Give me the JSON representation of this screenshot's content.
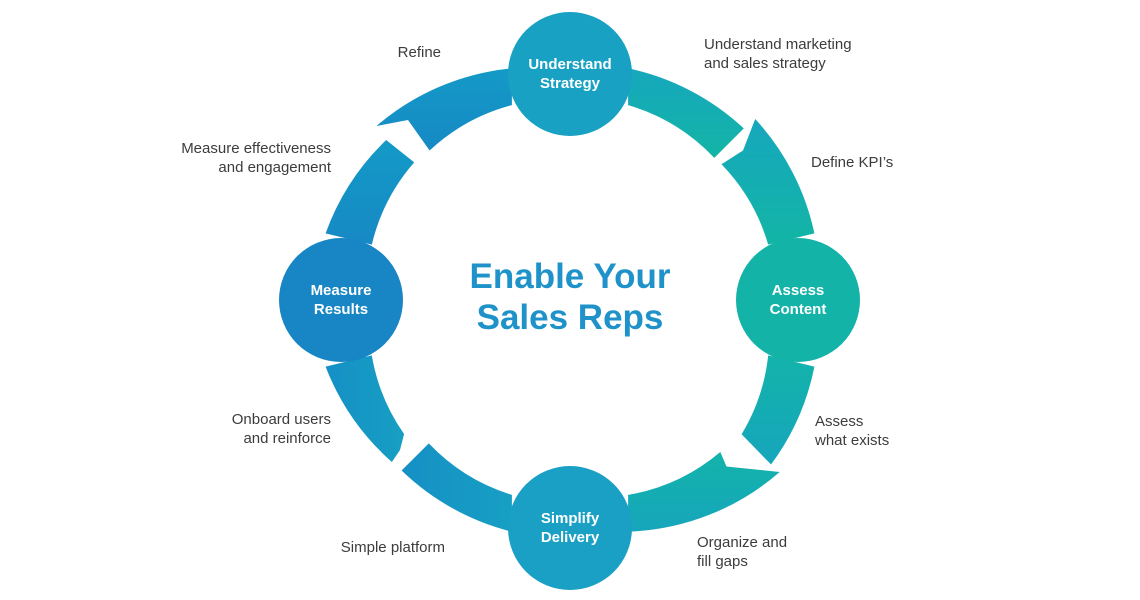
{
  "diagram": {
    "center_title": "Enable Your\nSales Reps",
    "nodes": [
      {
        "id": "understand",
        "label": "Understand\nStrategy"
      },
      {
        "id": "assess",
        "label": "Assess\nContent"
      },
      {
        "id": "simplify",
        "label": "Simplify\nDelivery"
      },
      {
        "id": "measure",
        "label": "Measure\nResults"
      }
    ],
    "notes": {
      "understand_marketing": "Understand marketing\nand sales strategy",
      "define_kpis": "Define KPI’s",
      "assess_exists": "Assess\nwhat exists",
      "organize_gaps": "Organize and\nfill gaps",
      "simple_platform": "Simple platform",
      "onboard": "Onboard users\nand reinforce",
      "measure_effectiveness": "Measure effectiveness\nand  engagement",
      "refine": "Refine"
    },
    "colors": {
      "teal": "#14b2a7",
      "teal_dark": "#1aaab7",
      "cyan": "#139cc6",
      "blue": "#1a8ec6",
      "blue_dark": "#1a84c3",
      "title": "#1f93c9"
    }
  }
}
